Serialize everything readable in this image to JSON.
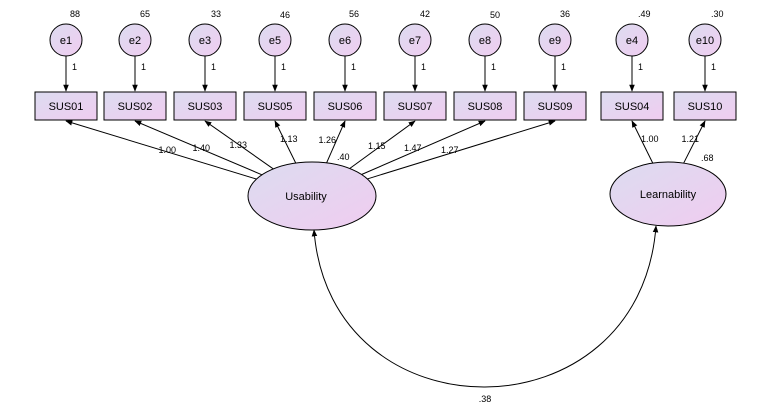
{
  "colors": {
    "fill_start": "#dcdcf0",
    "fill_end": "#f0ccf0",
    "stroke": "#000000"
  },
  "errors": [
    {
      "name": "e1",
      "variance": "88"
    },
    {
      "name": "e2",
      "variance": "65"
    },
    {
      "name": "e3",
      "variance": "33"
    },
    {
      "name": "e5",
      "variance": "46"
    },
    {
      "name": "e6",
      "variance": "56"
    },
    {
      "name": "e7",
      "variance": "42"
    },
    {
      "name": "e8",
      "variance": "50"
    },
    {
      "name": "e9",
      "variance": "36"
    },
    {
      "name": "e4",
      "variance": ".49"
    },
    {
      "name": "e10",
      "variance": ".30"
    }
  ],
  "error_paths": [
    "1",
    "1",
    "1",
    "1",
    "1",
    "1",
    "1",
    "1",
    "1",
    "1"
  ],
  "indicators": [
    "SUS01",
    "SUS02",
    "SUS03",
    "SUS05",
    "SUS06",
    "SUS07",
    "SUS08",
    "SUS09",
    "SUS04",
    "SUS10"
  ],
  "latents": [
    {
      "name": "Usability",
      "variance": ".40"
    },
    {
      "name": "Learnability",
      "variance": ".68"
    }
  ],
  "loadings": [
    "1.00",
    "1.40",
    "1.33",
    "1.13",
    "1.26",
    "1.15",
    "1.47",
    "1.27",
    "1.00",
    "1.21"
  ],
  "covariance": ".38"
}
